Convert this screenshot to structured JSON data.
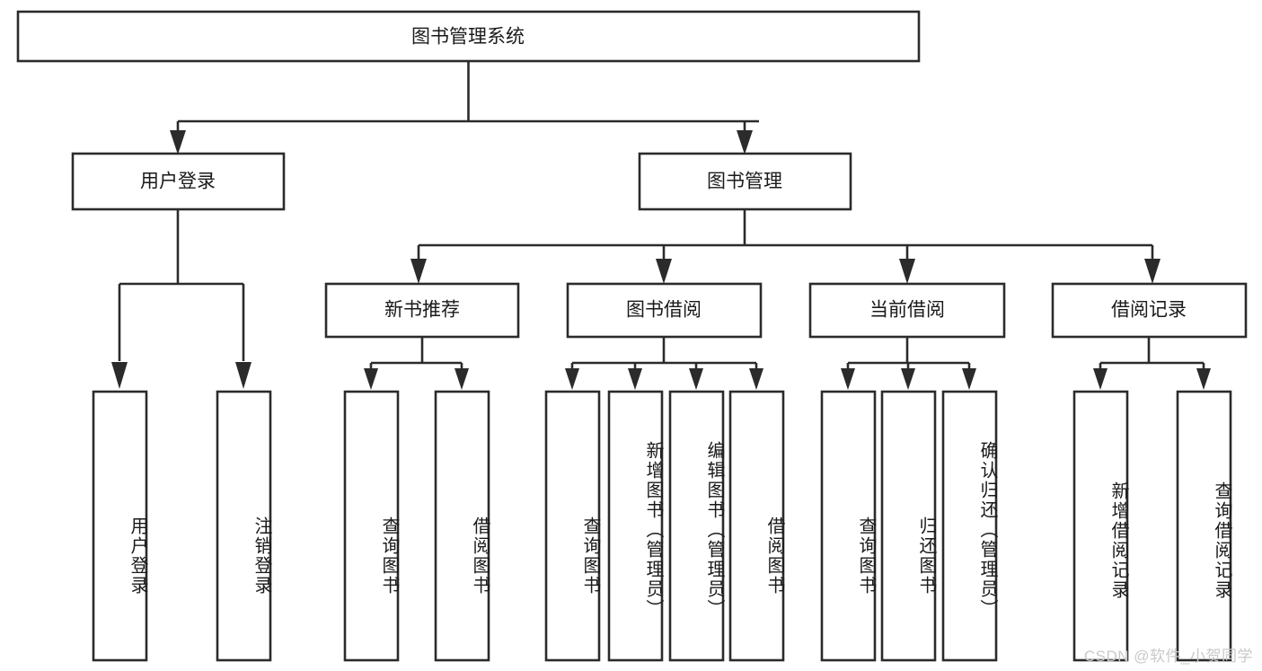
{
  "diagram": {
    "title_node": {
      "label": "图书管理系统"
    },
    "level2": [
      {
        "id": "user-login",
        "label": "用户登录"
      },
      {
        "id": "book-management",
        "label": "图书管理"
      }
    ],
    "level3": [
      {
        "id": "new-book-recommend",
        "label": "新书推荐"
      },
      {
        "id": "book-borrow",
        "label": "图书借阅"
      },
      {
        "id": "current-borrow",
        "label": "当前借阅"
      },
      {
        "id": "borrow-record",
        "label": "借阅记录"
      }
    ],
    "leaves": {
      "user-login": [
        {
          "id": "leaf-user-login",
          "label": "用户登录"
        },
        {
          "id": "leaf-logout-login",
          "label": "注销登录"
        }
      ],
      "new-book-recommend": [
        {
          "id": "leaf-query-book-1",
          "label": "查询图书"
        },
        {
          "id": "leaf-borrow-book-1",
          "label": "借阅图书"
        }
      ],
      "book-borrow": [
        {
          "id": "leaf-query-book-2",
          "label": "查询图书"
        },
        {
          "id": "leaf-add-book-admin",
          "label": "新增图书（管理员）"
        },
        {
          "id": "leaf-edit-book-admin",
          "label": "编辑图书（管理员）"
        },
        {
          "id": "leaf-borrow-book-2",
          "label": "借阅图书"
        }
      ],
      "current-borrow": [
        {
          "id": "leaf-query-book-3",
          "label": "查询图书"
        },
        {
          "id": "leaf-return-book",
          "label": "归还图书"
        },
        {
          "id": "leaf-confirm-return-admin",
          "label": "确认归还（管理员）"
        }
      ],
      "borrow-record": [
        {
          "id": "leaf-add-borrow-record",
          "label": "新增借阅记录"
        },
        {
          "id": "leaf-query-borrow-record",
          "label": "查询借阅记录"
        }
      ]
    }
  },
  "watermark": {
    "text": "CSDN @软件_小贺同学"
  },
  "colors": {
    "stroke": "#2b2b2b",
    "fill": "#ffffff",
    "text": "#1a1a1a",
    "watermark": "#c9c9c9"
  }
}
